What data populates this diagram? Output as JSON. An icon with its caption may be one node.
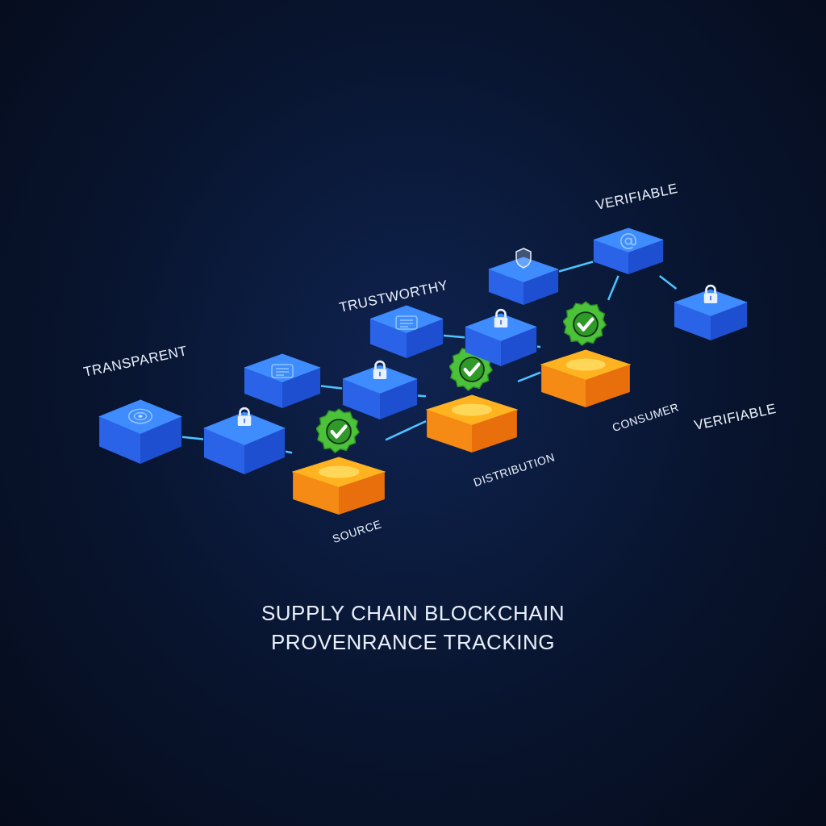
{
  "diagram": {
    "title": "SUPPLY CHAIN BLOCKCHAIN PROVENRANCE TRACKING",
    "nodes": [
      {
        "text": [],
        "shape": "cube"
      },
      {
        "text": [],
        "shape": "cube"
      },
      {
        "text": [],
        "shape": "cube"
      },
      {
        "text": [],
        "shape": "cube",
        "beside": [
          "SOURCE"
        ]
      },
      {
        "text": [],
        "shape": "cube"
      },
      {
        "text": [],
        "shape": "cube"
      },
      {
        "text": [],
        "shape": "cube",
        "beside": [
          "DISTRIBUTION"
        ]
      },
      {
        "text": [],
        "shape": "cube"
      },
      {
        "text": [],
        "shape": "cube"
      },
      {
        "text": [],
        "shape": "cube",
        "beside": [
          "CONSUMER"
        ]
      },
      {
        "text": [],
        "shape": "cube"
      },
      {
        "text": [],
        "shape": "cube"
      }
    ],
    "edges": [
      {
        "from": 0,
        "to": 1,
        "arrow": "none"
      },
      {
        "from": 1,
        "to": 3,
        "arrow": "none"
      },
      {
        "from": 2,
        "to": 4,
        "arrow": "none"
      },
      {
        "from": 4,
        "to": 6,
        "arrow": "none"
      },
      {
        "from": 5,
        "to": 7,
        "arrow": "none"
      },
      {
        "from": 7,
        "to": 9,
        "arrow": "none"
      },
      {
        "from": 8,
        "to": 10,
        "arrow": "none"
      },
      {
        "from": 10,
        "to": 11,
        "arrow": "none"
      },
      {
        "from": 3,
        "to": 6,
        "arrow": "none"
      },
      {
        "from": 6,
        "to": 9,
        "arrow": "none"
      },
      {
        "from": 10,
        "to": 9,
        "arrow": "none"
      }
    ],
    "labels": [
      "TRANSPARENT",
      "TRUSTWORTHY",
      "VERIFIABLE",
      "VERIFIABLE"
    ]
  }
}
